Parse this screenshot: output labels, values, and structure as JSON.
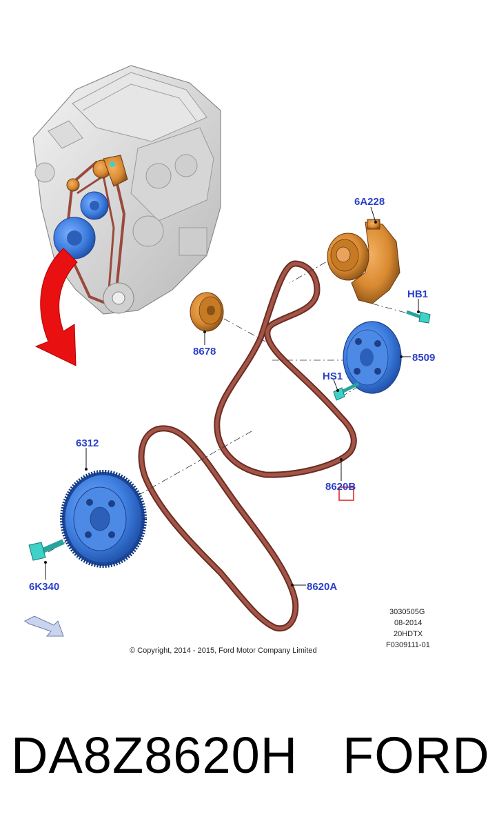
{
  "callouts": {
    "tensioner": "6A228",
    "tensioner_bolt": "HB1",
    "idler_pulley": "8678",
    "water_pump_pulley": "8509",
    "pump_bolt": "HS1",
    "crank_damper": "6312",
    "belt_b": "8620B",
    "damper_bolt": "6K340",
    "belt_a": "8620A"
  },
  "meta": {
    "line1": "3030505G",
    "line2": "08-2014",
    "line3": "20HDTX",
    "line4": "F0309111-01"
  },
  "copyright": "© Copyright, 2014 - 2015, Ford Motor Company Limited",
  "footer": {
    "part_number": "DA8Z8620H",
    "brand": "FORD"
  },
  "colors": {
    "callout": "#2a3fc8",
    "belt": "#9a4a3c",
    "orange_part": "#d98a32",
    "blue_part": "#3f7fe0",
    "arrow": "#e81010",
    "bolt": "#3ed1c8"
  }
}
